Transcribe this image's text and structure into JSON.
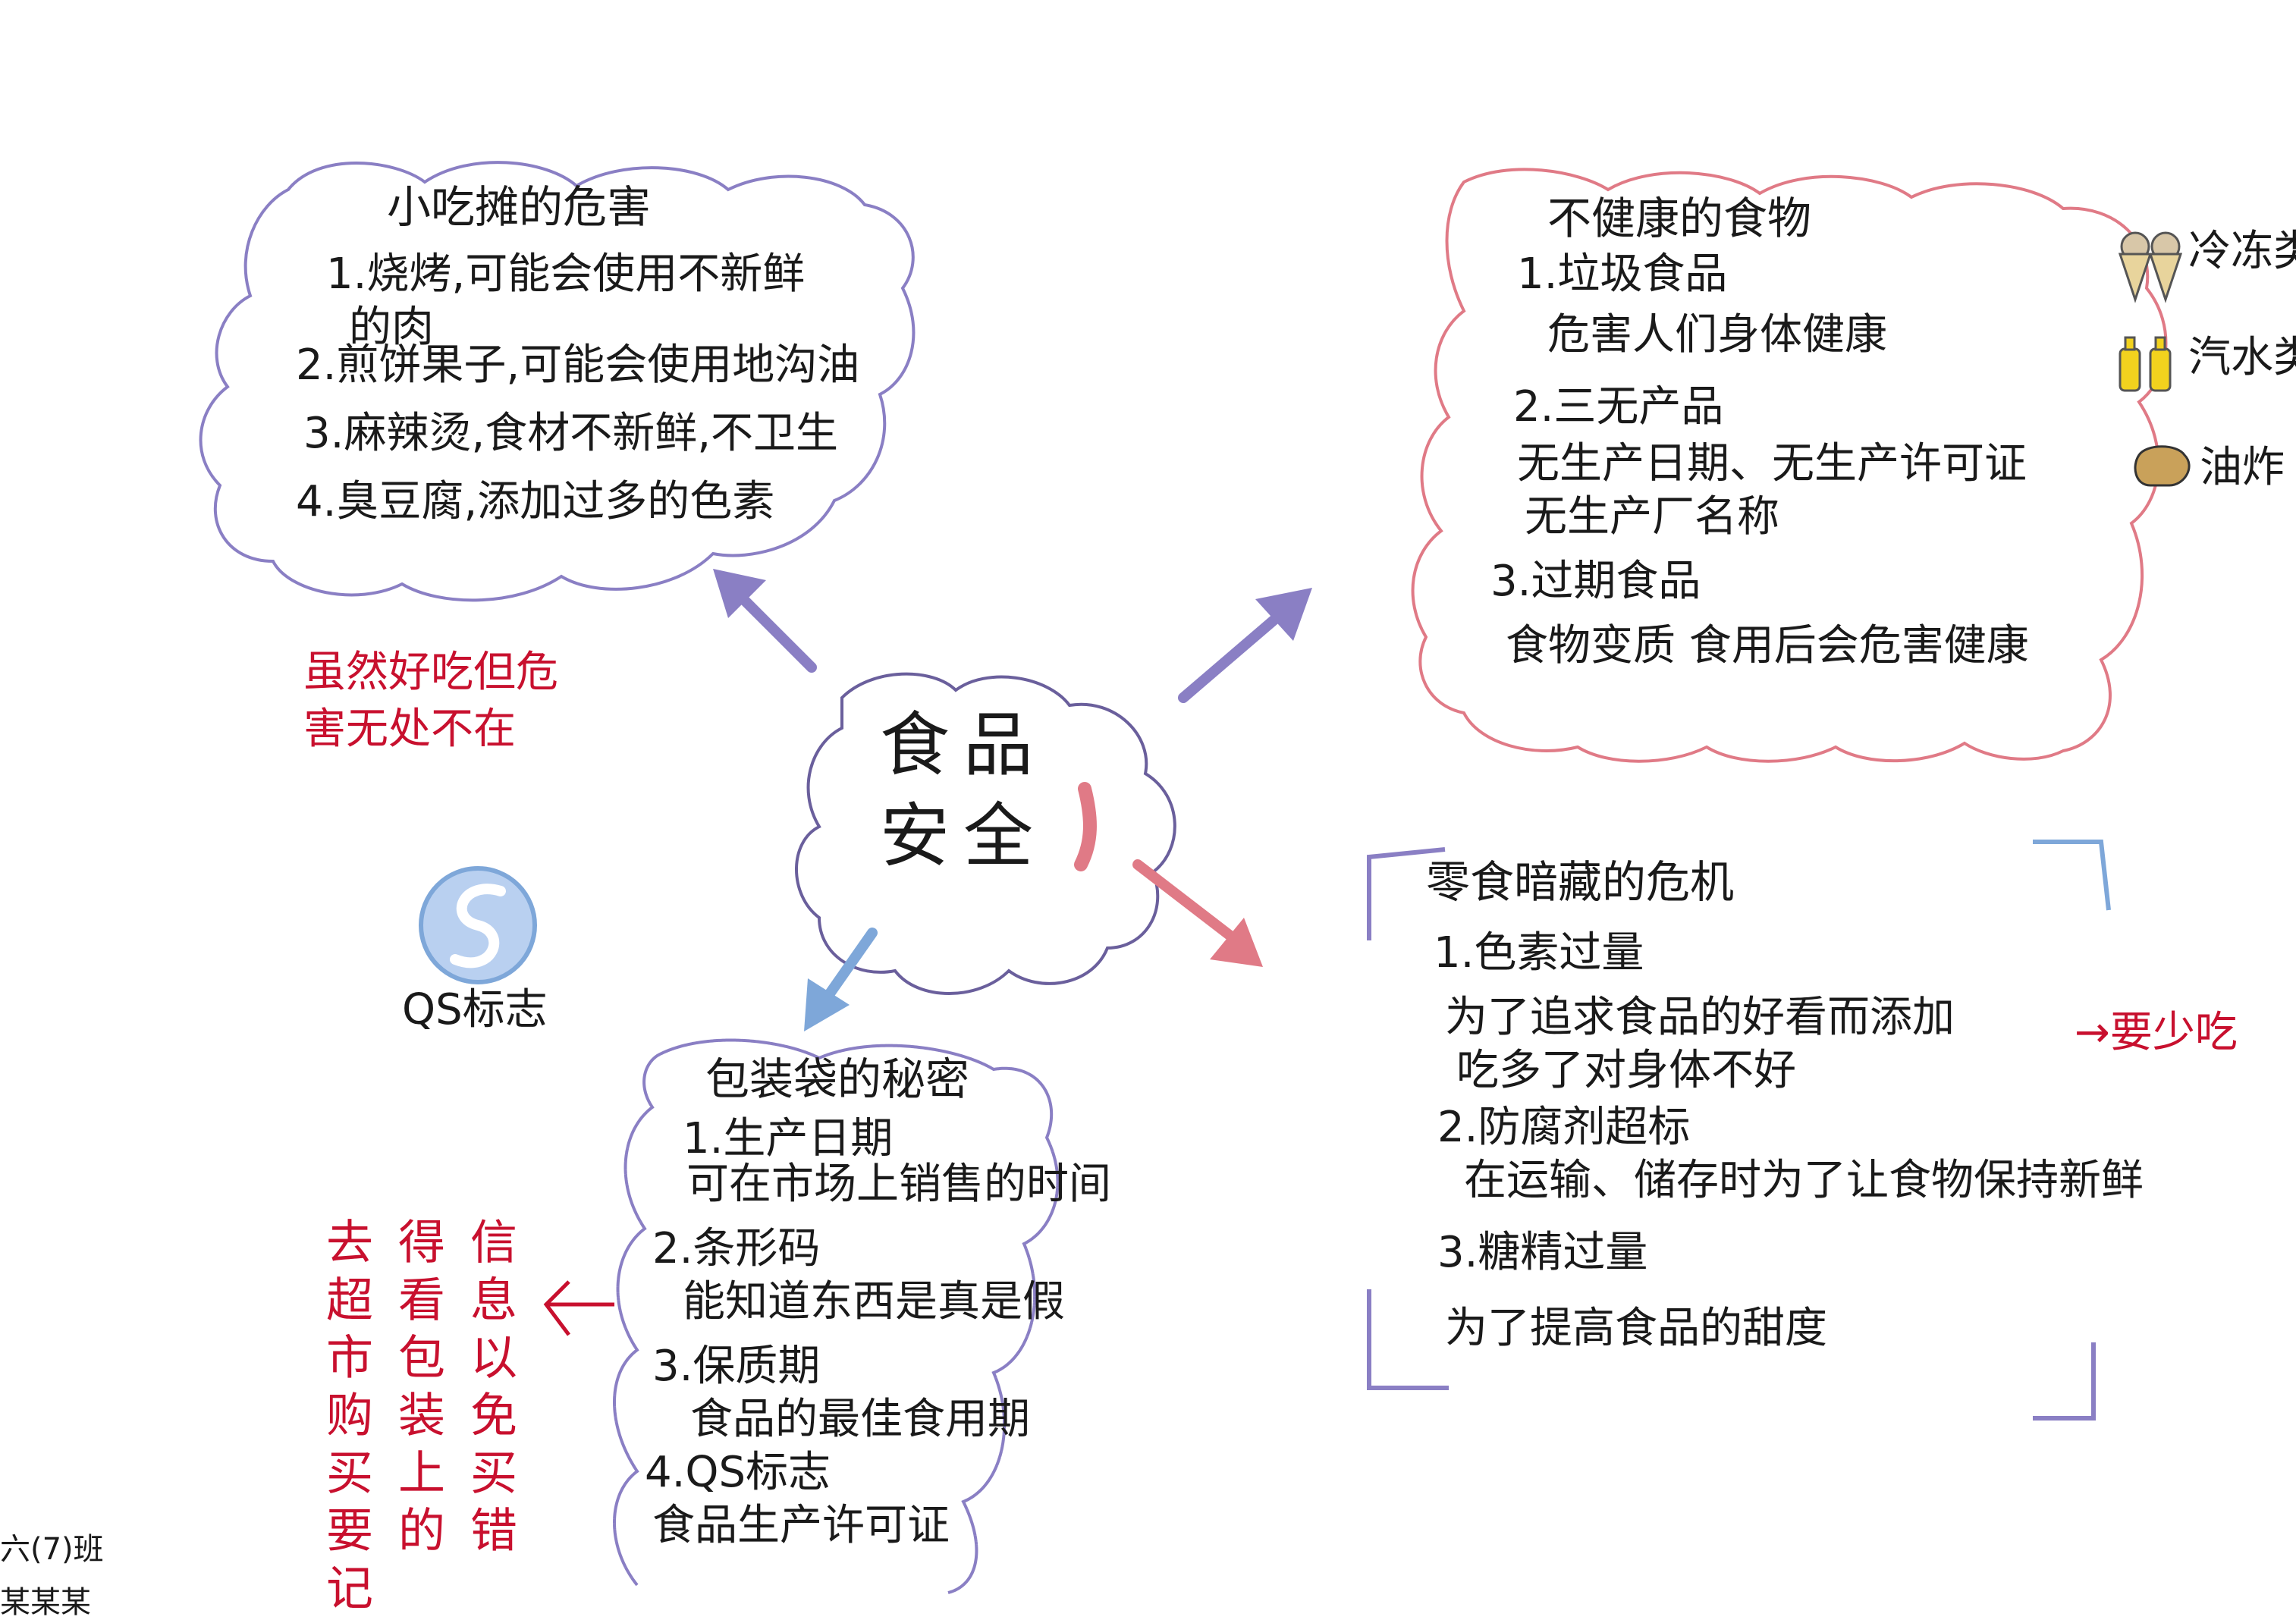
{
  "center": {
    "line1": "食品",
    "line2": "安全"
  },
  "snacks": {
    "title": "小吃摊的危害",
    "items": [
      "1.烧烤,可能会使用不新鲜",
      "的肉",
      "2.煎饼果子,可能会使用地沟油",
      "3.麻辣烫,食材不新鲜,不卫生",
      "4.臭豆腐,添加过多的色素"
    ]
  },
  "snacks_note": {
    "line1": "虽然好吃但危",
    "line2": "害无处不在"
  },
  "unhealthy": {
    "title": "不健康的食物",
    "items": [
      "1.垃圾食品",
      "危害人们身体健康",
      "2.三无产品",
      "无生产日期、无生产许可证",
      "无生产厂名称",
      "3.过期食品",
      "食物变质 食用后会危害健康"
    ]
  },
  "legend": {
    "items": [
      {
        "icon": "ice-cream-icon",
        "label": "冷冻类"
      },
      {
        "icon": "soda-bottle-icon",
        "label": "汽水类"
      },
      {
        "icon": "fried-food-icon",
        "label": "油炸"
      }
    ]
  },
  "packaging": {
    "title": "包装袋的秘密",
    "items": [
      "1.生产日期",
      "可在市场上销售的时间",
      "2.条形码",
      "能知道东西是真是假",
      "3.保质期",
      "食品的最佳食用期",
      "4.QS标志",
      "食品生产许可证"
    ]
  },
  "qs": {
    "label": "QS标志"
  },
  "packaging_note": {
    "columns": [
      "信息以免买错",
      "得看包装上的",
      "去超市购买要记"
    ]
  },
  "zero_snacks": {
    "title": "零食暗藏的危机",
    "items": [
      "1.色素过量",
      "为了追求食品的好看而添加",
      "吃多了对身体不好",
      "2.防腐剂超标",
      "在运输、储存时为了让食物保持新鲜",
      "3.糖精过量",
      "为了提高食品的甜度"
    ]
  },
  "zero_note": {
    "text": "→要少吃"
  },
  "author": {
    "line1": "六(7)班",
    "line2": "某某某"
  },
  "colors": {
    "purple": "#8a7fc4",
    "pink": "#e07a86",
    "blue": "#7ea7d9",
    "red": "#c8102e",
    "ink": "#1a1a1a"
  }
}
